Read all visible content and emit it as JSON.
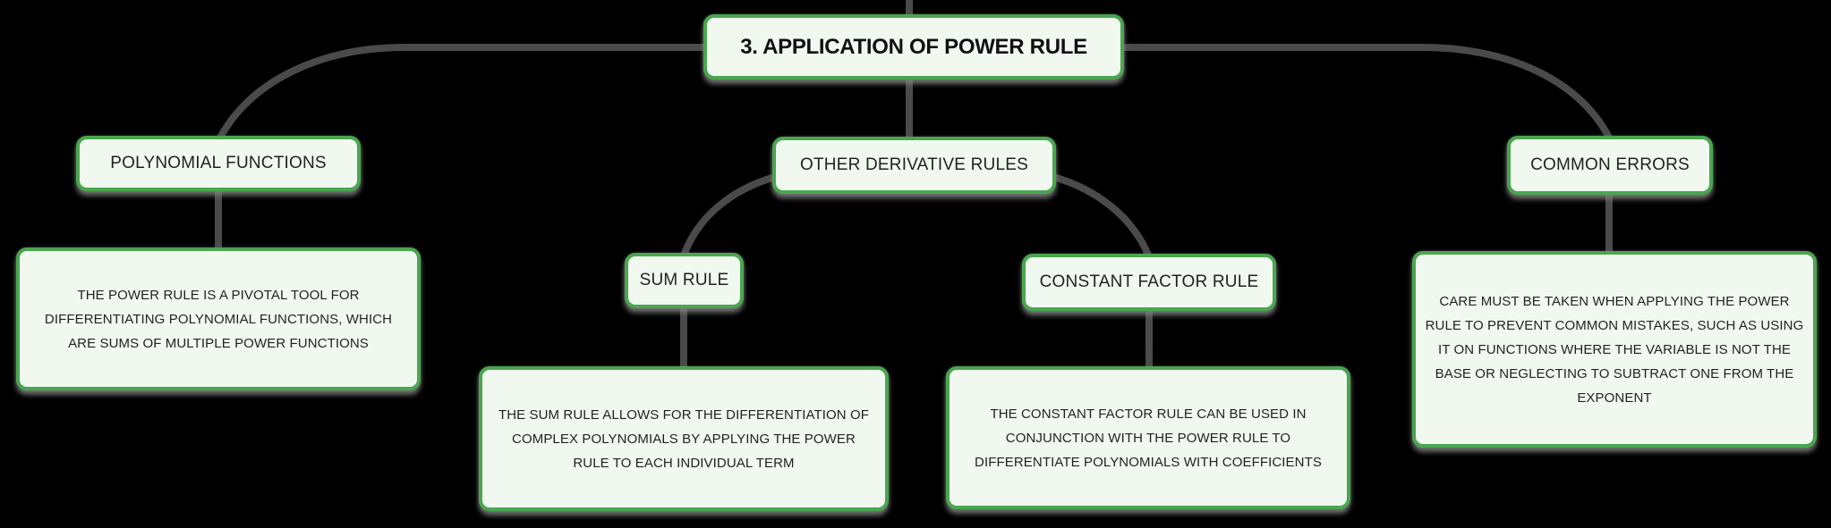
{
  "diagram": {
    "style": {
      "background_color": "#000000",
      "box_fill_color": "#f0f8f0",
      "box_border_color": "#4aa64f",
      "connector_color": "#4a4a4a",
      "text_color": "#1d241d"
    },
    "root": {
      "label": "3. APPLICATION OF POWER RULE"
    },
    "branches": {
      "polynomial": {
        "label": "POLYNOMIAL FUNCTIONS",
        "detail": "THE POWER RULE IS A PIVOTAL TOOL FOR DIFFERENTIATING POLYNOMIAL FUNCTIONS, WHICH ARE SUMS OF MULTIPLE POWER FUNCTIONS"
      },
      "other_rules": {
        "label": "OTHER DERIVATIVE RULES"
      },
      "sum_rule": {
        "label": "SUM RULE",
        "detail": "THE SUM RULE ALLOWS FOR THE DIFFERENTIATION OF COMPLEX POLYNOMIALS BY APPLYING THE POWER RULE TO EACH INDIVIDUAL TERM"
      },
      "constant_factor": {
        "label": "CONSTANT FACTOR RULE",
        "detail": "THE CONSTANT FACTOR RULE CAN BE USED IN CONJUNCTION WITH THE POWER RULE TO DIFFERENTIATE POLYNOMIALS WITH COEFFICIENTS"
      },
      "common_errors": {
        "label": "COMMON ERRORS",
        "detail": "CARE MUST BE TAKEN WHEN APPLYING THE POWER RULE TO PREVENT COMMON MISTAKES, SUCH AS USING IT ON FUNCTIONS WHERE THE VARIABLE IS NOT THE BASE OR NEGLECTING TO SUBTRACT ONE FROM THE EXPONENT"
      }
    }
  }
}
